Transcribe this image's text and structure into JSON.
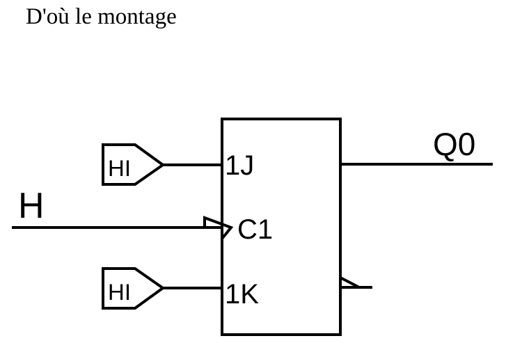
{
  "caption": "D'où le montage",
  "flipflop": {
    "inputs": {
      "j": "1J",
      "clock": "C1",
      "k": "1K"
    }
  },
  "signals": {
    "clock": "H",
    "output": "Q0",
    "j_source": "HI",
    "k_source": "HI"
  }
}
